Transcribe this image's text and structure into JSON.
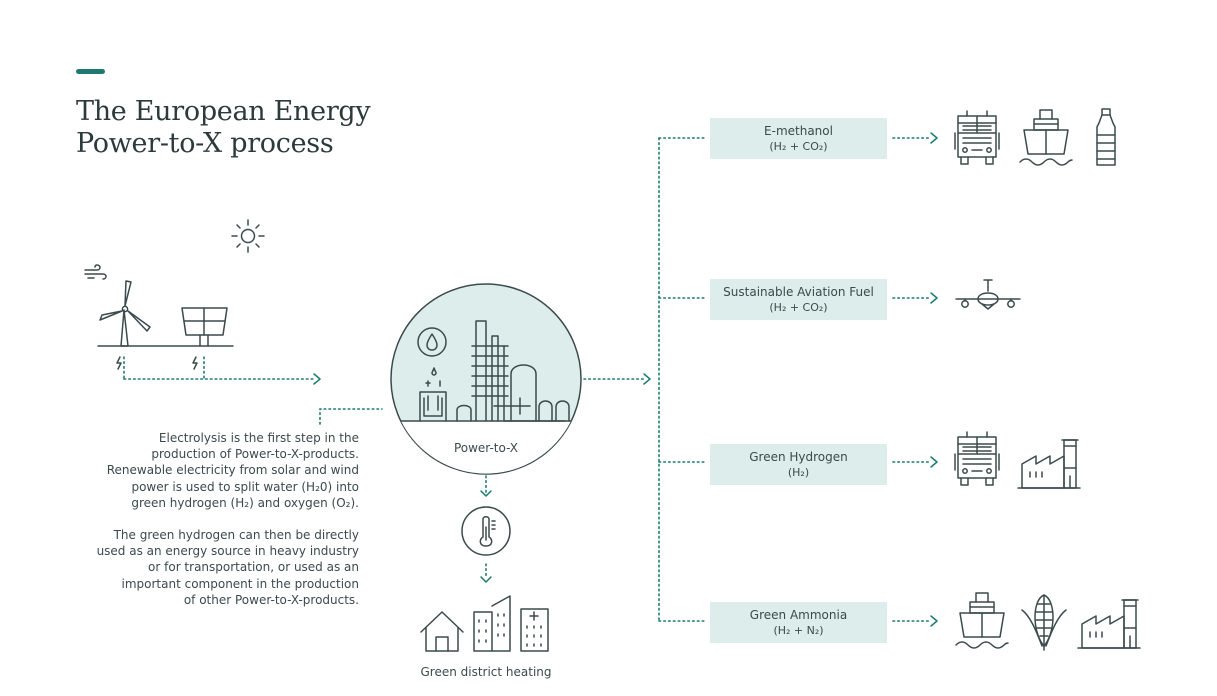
{
  "title": {
    "line1": "The European Energy",
    "line2": "Power-to-X process"
  },
  "description": {
    "paragraph1": [
      "Electrolysis is the first step in the",
      "production of Power-to-X-products.",
      "Renewable electricity from solar and wind",
      "power is used to split water (H₂0) into",
      "green hydrogen (H₂) and oxygen (O₂)."
    ],
    "paragraph2": [
      "The green hydrogen can then be directly",
      "used as an energy source in heavy industry",
      "or for transportation, or used as an",
      "important component in the production",
      "of other Power-to-X-products."
    ]
  },
  "center": {
    "label": "Power-to-X"
  },
  "heating": {
    "label": "Green district heating"
  },
  "products": [
    {
      "name": "E-methanol",
      "formula": "(H₂ + CO₂)",
      "icons": [
        "truck-icon",
        "ship-icon",
        "bottle-icon"
      ]
    },
    {
      "name": "Sustainable Aviation Fuel",
      "formula": "(H₂ + CO₂)",
      "icons": [
        "airplane-icon"
      ]
    },
    {
      "name": "Green Hydrogen",
      "formula": "(H₂)",
      "icons": [
        "truck-icon",
        "factory-icon"
      ]
    },
    {
      "name": "Green Ammonia",
      "formula": "(H₂ + N₂)",
      "icons": [
        "ship-icon",
        "corn-icon",
        "factory-icon"
      ]
    }
  ],
  "colors": {
    "accent": "#1e7a70",
    "box_fill": "#dcedeb",
    "circle_fill": "#dcedeb",
    "line": "#3b4a4c"
  }
}
